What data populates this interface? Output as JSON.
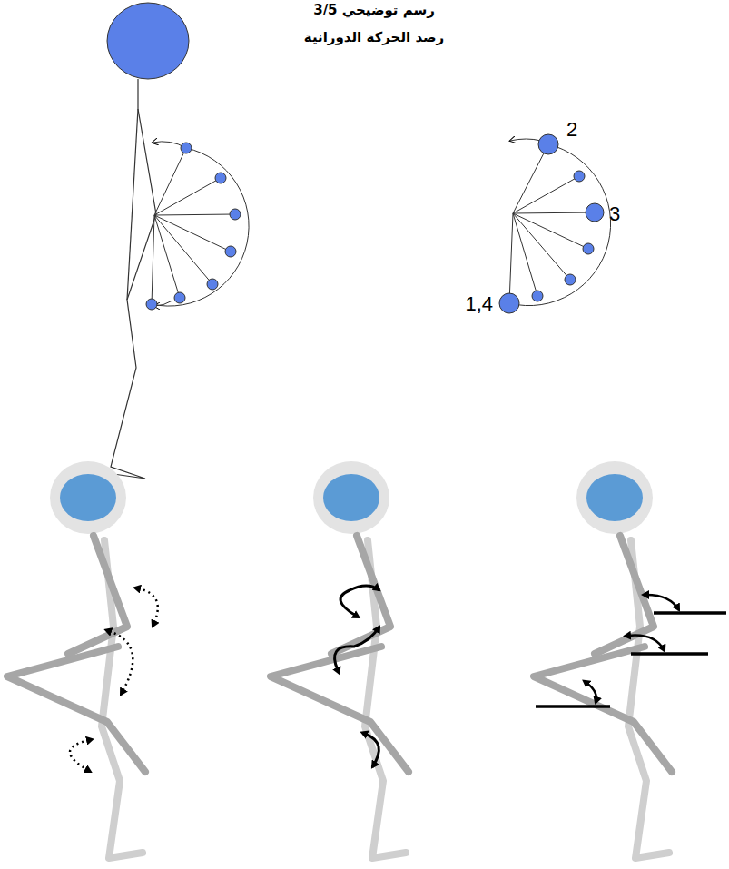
{
  "diagram": {
    "title": "رصد الحركة الدورانية",
    "labels": [
      "رسم توضيحي 3/5",
      "2",
      "3",
      "1,4"
    ]
  }
}
